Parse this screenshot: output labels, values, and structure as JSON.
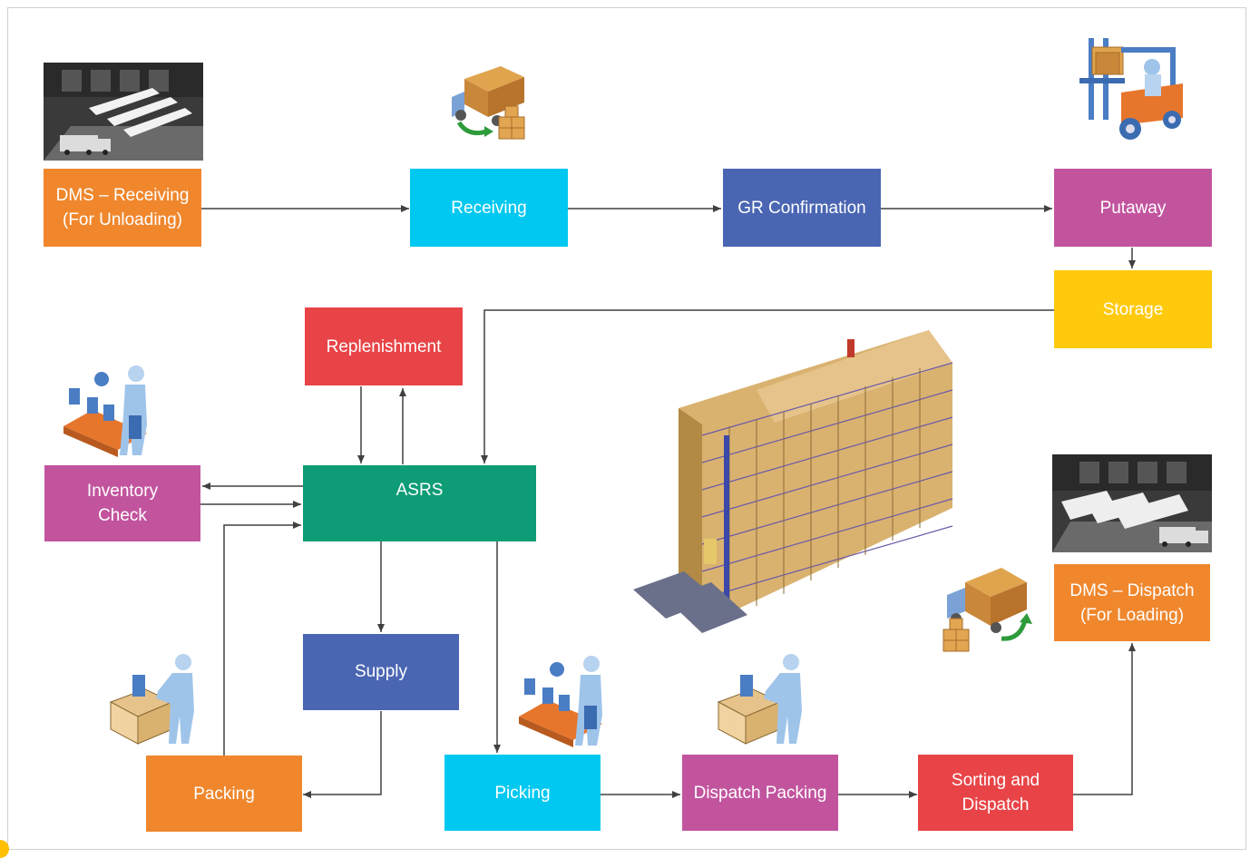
{
  "diagram": {
    "nodes": [
      {
        "id": "dms_receiving",
        "label": "DMS – Receiving\n(For Unloading)",
        "color": "#F0872D"
      },
      {
        "id": "receiving",
        "label": "Receiving",
        "color": "#00C8F0"
      },
      {
        "id": "gr_confirmation",
        "label": "GR Confirmation",
        "color": "#4A66B3"
      },
      {
        "id": "putaway",
        "label": "Putaway",
        "color": "#C2549E"
      },
      {
        "id": "storage",
        "label": "Storage",
        "color": "#FFC90E"
      },
      {
        "id": "replenishment",
        "label": "Replenishment",
        "color": "#E84447"
      },
      {
        "id": "inventory_check",
        "label": "Inventory\nCheck",
        "color": "#C2549E"
      },
      {
        "id": "asrs",
        "label": "ASRS",
        "color": "#0E9C76"
      },
      {
        "id": "supply",
        "label": "Supply",
        "color": "#4A66B3"
      },
      {
        "id": "packing",
        "label": "Packing",
        "color": "#F0872D"
      },
      {
        "id": "picking",
        "label": "Picking",
        "color": "#00C8F0"
      },
      {
        "id": "dispatch_packing",
        "label": "Dispatch Packing",
        "color": "#C2549E"
      },
      {
        "id": "sorting_dispatch",
        "label": "Sorting and\nDispatch",
        "color": "#E84447"
      },
      {
        "id": "dms_dispatch",
        "label": "DMS – Dispatch\n(For Loading)",
        "color": "#F0872D"
      }
    ],
    "edges": [
      {
        "from": "dms_receiving",
        "to": "receiving"
      },
      {
        "from": "receiving",
        "to": "gr_confirmation"
      },
      {
        "from": "gr_confirmation",
        "to": "putaway"
      },
      {
        "from": "putaway",
        "to": "storage"
      },
      {
        "from": "storage",
        "to": "asrs"
      },
      {
        "from": "replenishment",
        "to": "asrs"
      },
      {
        "from": "asrs",
        "to": "replenishment"
      },
      {
        "from": "asrs",
        "to": "inventory_check"
      },
      {
        "from": "inventory_check",
        "to": "asrs"
      },
      {
        "from": "asrs",
        "to": "supply"
      },
      {
        "from": "supply",
        "to": "packing"
      },
      {
        "from": "packing",
        "to": "asrs"
      },
      {
        "from": "asrs",
        "to": "picking"
      },
      {
        "from": "picking",
        "to": "dispatch_packing"
      },
      {
        "from": "dispatch_packing",
        "to": "sorting_dispatch"
      },
      {
        "from": "sorting_dispatch",
        "to": "dms_dispatch"
      }
    ],
    "illustrations": [
      {
        "id": "truck-dock-receiving",
        "icon": "truck-dock-photo-icon"
      },
      {
        "id": "unloading-truck",
        "icon": "delivery-truck-icon"
      },
      {
        "id": "forklift",
        "icon": "forklift-icon"
      },
      {
        "id": "worker-conveyor-inventory",
        "icon": "worker-conveyor-icon"
      },
      {
        "id": "asrs-rack",
        "icon": "asrs-rack-icon"
      },
      {
        "id": "truck-dock-dispatch",
        "icon": "truck-dock-photo-icon"
      },
      {
        "id": "loading-truck",
        "icon": "delivery-truck-icon"
      },
      {
        "id": "worker-packing",
        "icon": "worker-box-icon"
      },
      {
        "id": "worker-conveyor-picking",
        "icon": "worker-conveyor-icon"
      },
      {
        "id": "worker-dispatch-packing",
        "icon": "worker-box-icon"
      }
    ]
  }
}
